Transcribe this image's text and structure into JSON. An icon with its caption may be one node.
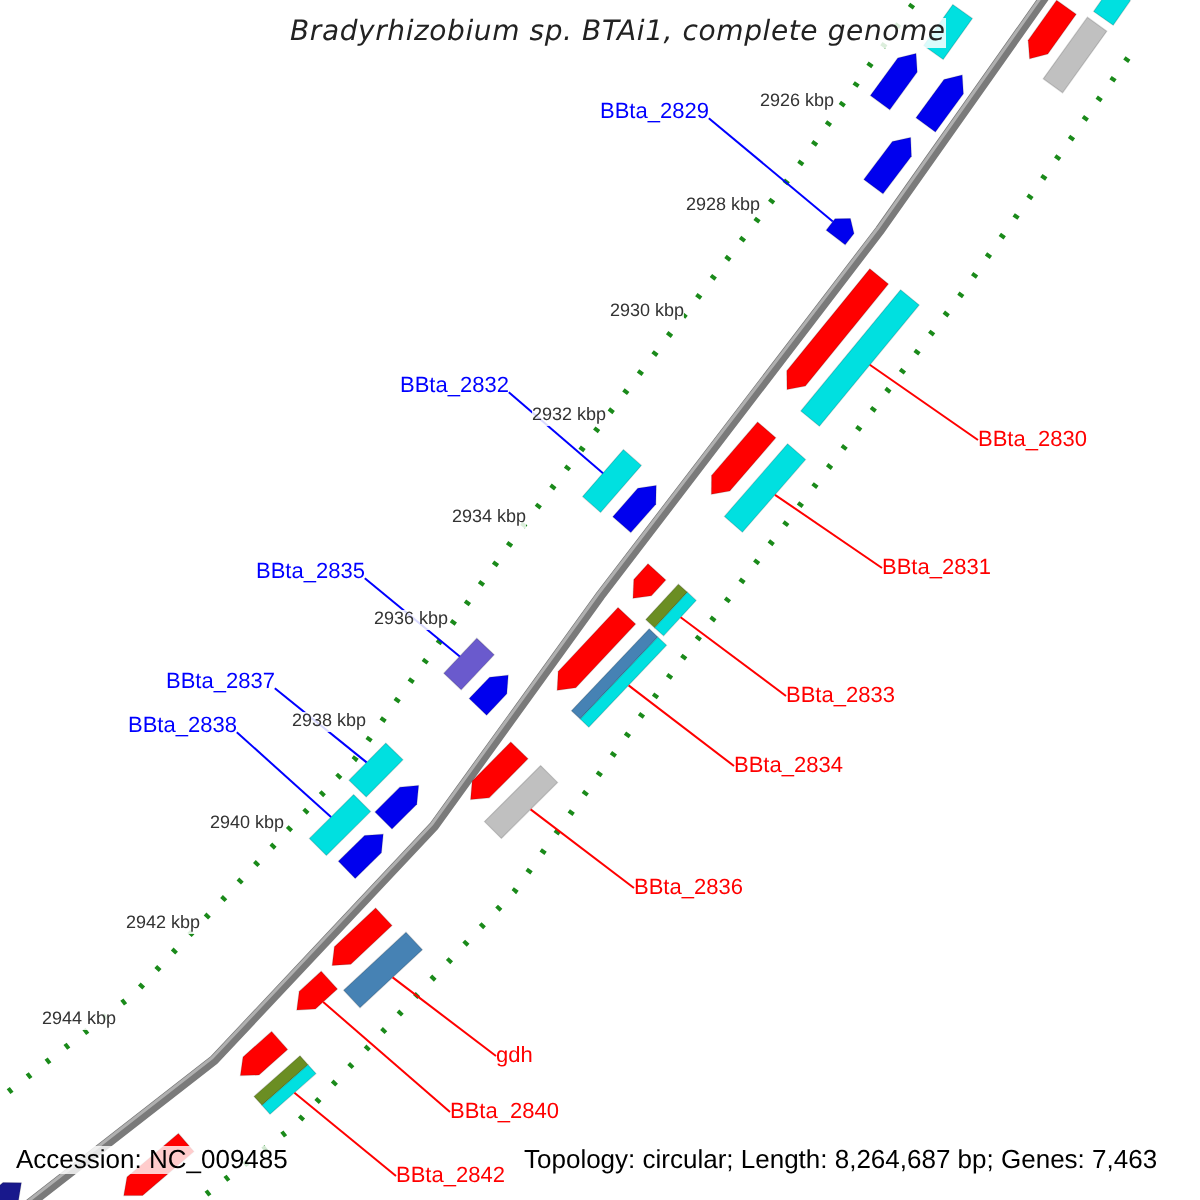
{
  "diagram": {
    "title": "Bradyrhizobium sp. BTAi1, complete genome",
    "nodes": [
      {
        "text": [
          "BBta_2829"
        ]
      },
      {
        "text": [
          "BBta_2832"
        ]
      },
      {
        "text": [
          "BBta_2835"
        ]
      },
      {
        "text": [
          "BBta_2837"
        ]
      },
      {
        "text": [
          "BBta_2838"
        ]
      },
      {
        "text": [
          "BBta_2830"
        ]
      },
      {
        "text": [
          "BBta_2831"
        ]
      },
      {
        "text": [
          "BBta_2833"
        ]
      },
      {
        "text": [
          "BBta_2834"
        ]
      },
      {
        "text": [
          "BBta_2836"
        ]
      },
      {
        "text": [
          "gdh"
        ]
      },
      {
        "text": [
          "BBta_2840"
        ]
      },
      {
        "text": [
          "BBta_2842"
        ]
      },
      {
        "text": [],
        "shape": "arrow"
      },
      {
        "text": [],
        "shape": "bar"
      },
      {
        "text": [],
        "shape": "bar"
      },
      {
        "text": [],
        "shape": "bar"
      },
      {
        "text": [],
        "shape": "bar"
      },
      {
        "text": [],
        "shape": "bar"
      },
      {
        "text": [],
        "shape": "bar"
      },
      {
        "text": [],
        "shape": "bar"
      },
      {
        "text": [],
        "shape": "bar"
      },
      {
        "text": [],
        "shape": "bar"
      },
      {
        "text": [],
        "shape": "bar"
      },
      {
        "text": [],
        "shape": "arrow"
      },
      {
        "text": [],
        "shape": "bar"
      },
      {
        "text": [],
        "shape": "bar"
      },
      {
        "text": [],
        "shape": "arrow"
      },
      {
        "text": [],
        "shape": "arrow"
      },
      {
        "text": [],
        "shape": "arrow"
      },
      {
        "text": [],
        "shape": "arrow"
      },
      {
        "text": [],
        "shape": "bar"
      },
      {
        "text": [],
        "shape": "bar"
      },
      {
        "text": [],
        "shape": "arrow"
      },
      {
        "text": [],
        "shape": "arrow"
      },
      {
        "text": [],
        "shape": "arrow"
      },
      {
        "text": [],
        "shape": "arrow"
      },
      {
        "text": [],
        "shape": "arrow"
      },
      {
        "text": [],
        "shape": "arrow"
      },
      {
        "text": [],
        "shape": "arrow"
      },
      {
        "text": [],
        "shape": "arrow"
      },
      {
        "text": [],
        "shape": "arrow"
      },
      {
        "text": [],
        "shape": "arrow"
      },
      {
        "text": [],
        "shape": "arrow"
      },
      {
        "text": [],
        "shape": "arrow"
      },
      {
        "text": [],
        "shape": "arrow"
      }
    ],
    "edges": [
      {
        "from": 0,
        "to": 13,
        "arrow": "none",
        "color": "#0000ff"
      },
      {
        "from": 1,
        "to": 14,
        "arrow": "none",
        "color": "#0000ff"
      },
      {
        "from": 2,
        "to": 15,
        "arrow": "none",
        "color": "#0000ff"
      },
      {
        "from": 3,
        "to": 16,
        "arrow": "none",
        "color": "#0000ff"
      },
      {
        "from": 4,
        "to": 17,
        "arrow": "none",
        "color": "#0000ff"
      },
      {
        "from": 5,
        "to": 18,
        "arrow": "none"
      },
      {
        "from": 6,
        "to": 19,
        "arrow": "none"
      },
      {
        "from": 7,
        "to": 20,
        "arrow": "none"
      },
      {
        "from": 8,
        "to": 21,
        "arrow": "none"
      },
      {
        "from": 9,
        "to": 22,
        "arrow": "none"
      },
      {
        "from": 10,
        "to": 23,
        "arrow": "none"
      },
      {
        "from": 11,
        "to": 24,
        "arrow": "none"
      },
      {
        "from": 12,
        "to": 25,
        "arrow": "none"
      }
    ],
    "labels": [
      "2926 kbp",
      "2928 kbp",
      "2930 kbp",
      "2932 kbp",
      "2934 kbp",
      "2936 kbp",
      "2938 kbp",
      "2940 kbp",
      "2942 kbp",
      "2944 kbp",
      "Accession: NC_009485",
      "Topology: circular; Length: 8,264,687 bp; Genes: 7,463"
    ]
  }
}
